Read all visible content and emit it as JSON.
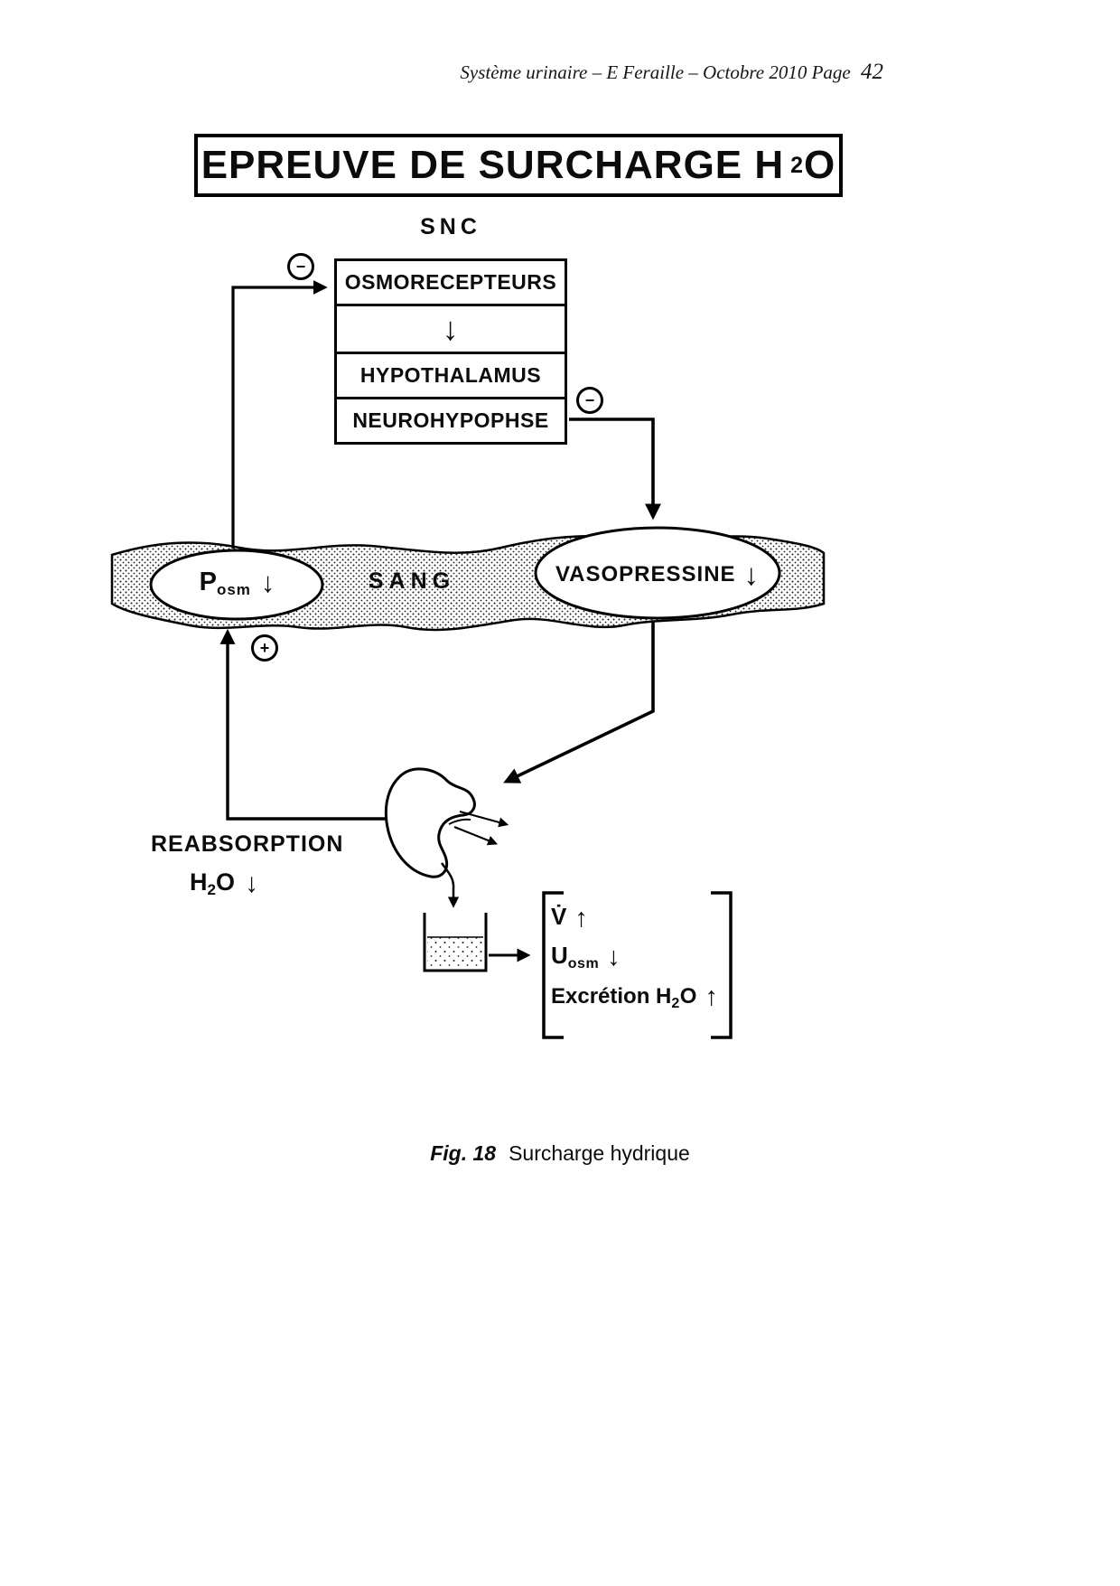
{
  "page": {
    "header": {
      "text": "Système urinaire – E Feraille – Octobre 2010  Page",
      "page_number": "42"
    },
    "title": {
      "main": "EPREUVE DE SURCHARGE H",
      "sub": "2",
      "tail": "O"
    },
    "caption": {
      "label": "Fig. 18",
      "text": "Surcharge hydrique"
    }
  },
  "diagram": {
    "snc": "SNC",
    "boxes": {
      "box1": "OSMORECEPTEURS",
      "arrow": "↓",
      "box2": "HYPOTHALAMUS",
      "box3": "NEUROHYPOPHSE"
    },
    "signs": {
      "minus_left": "−",
      "minus_right": "−",
      "plus": "+"
    },
    "blood": {
      "posm": {
        "main": "P",
        "sub": "osm",
        "arrow": "↓"
      },
      "sang": "SANG",
      "vasopressine": {
        "main": "VASOPRESSINE",
        "arrow": "↓"
      }
    },
    "reabsorption": {
      "line1": "REABSORPTION",
      "line2": {
        "main": "H",
        "sub": "2",
        "tail": "O",
        "arrow": "↓"
      }
    },
    "results": {
      "line1": {
        "main": "V̇",
        "arrow": "↑"
      },
      "line2": {
        "main": "U",
        "sub": "osm",
        "arrow": "↓"
      },
      "line3": {
        "main": "Excrétion H",
        "sub": "2",
        "tail": "O",
        "arrow": "↑"
      }
    }
  }
}
